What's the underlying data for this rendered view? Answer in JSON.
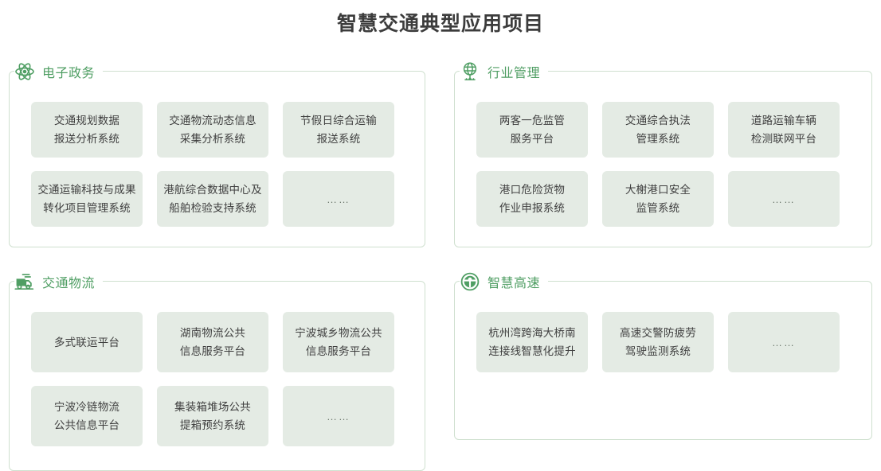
{
  "page": {
    "title": "智慧交通典型应用项目",
    "accent_color": "#4f9e63",
    "card_bg_color": "#e4ebe4",
    "panel_border_color": "#cfe0cf",
    "text_color": "#3f3f3f"
  },
  "sections": [
    {
      "id": "e-government",
      "title": "电子政务",
      "icon": "atom-icon",
      "cards": [
        {
          "text": "交通规划数据\n报送分析系统",
          "lines": [
            "交通规划数据",
            "报送分析系统"
          ],
          "kind": "item"
        },
        {
          "text": "交通物流动态信息\n采集分析系统",
          "lines": [
            "交通物流动态信息",
            "采集分析系统"
          ],
          "kind": "item"
        },
        {
          "text": "节假日综合运输\n报送系统",
          "lines": [
            "节假日综合运输",
            "报送系统"
          ],
          "kind": "item"
        },
        {
          "text": "交通运输科技与成果\n转化项目管理系统",
          "lines": [
            "交通运输科技与成果",
            "转化项目管理系统"
          ],
          "kind": "item"
        },
        {
          "text": "港航综合数据中心及\n船舶检验支持系统",
          "lines": [
            "港航综合数据中心及",
            "船舶检验支持系统"
          ],
          "kind": "item"
        },
        {
          "text": "……",
          "lines": [
            "……"
          ],
          "kind": "ellipsis"
        }
      ]
    },
    {
      "id": "industry-management",
      "title": "行业管理",
      "icon": "globe-network-icon",
      "cards": [
        {
          "text": "两客一危监管\n服务平台",
          "lines": [
            "两客一危监管",
            "服务平台"
          ],
          "kind": "item"
        },
        {
          "text": "交通综合执法\n管理系统",
          "lines": [
            "交通综合执法",
            "管理系统"
          ],
          "kind": "item"
        },
        {
          "text": "道路运输车辆\n检测联网平台",
          "lines": [
            "道路运输车辆",
            "检测联网平台"
          ],
          "kind": "item"
        },
        {
          "text": "港口危险货物\n作业申报系统",
          "lines": [
            "港口危险货物",
            "作业申报系统"
          ],
          "kind": "item"
        },
        {
          "text": "大榭港口安全\n监管系统",
          "lines": [
            "大榭港口安全",
            "监管系统"
          ],
          "kind": "item"
        },
        {
          "text": "……",
          "lines": [
            "……"
          ],
          "kind": "ellipsis"
        }
      ]
    },
    {
      "id": "transport-logistics",
      "title": "交通物流",
      "icon": "delivery-truck-icon",
      "cards": [
        {
          "text": "多式联运平台",
          "lines": [
            "多式联运平台"
          ],
          "kind": "item"
        },
        {
          "text": "湖南物流公共\n信息服务平台",
          "lines": [
            "湖南物流公共",
            "信息服务平台"
          ],
          "kind": "item"
        },
        {
          "text": "宁波城乡物流公共\n信息服务平台",
          "lines": [
            "宁波城乡物流公共",
            "信息服务平台"
          ],
          "kind": "item"
        },
        {
          "text": "宁波冷链物流\n公共信息平台",
          "lines": [
            "宁波冷链物流",
            "公共信息平台"
          ],
          "kind": "item"
        },
        {
          "text": "集装箱堆场公共\n提箱预约系统",
          "lines": [
            "集装箱堆场公共",
            "提箱预约系统"
          ],
          "kind": "item"
        },
        {
          "text": "……",
          "lines": [
            "……"
          ],
          "kind": "ellipsis"
        }
      ]
    },
    {
      "id": "smart-highway",
      "title": "智慧高速",
      "icon": "steering-wheel-icon",
      "cards": [
        {
          "text": "杭州湾跨海大桥南\n连接线智慧化提升",
          "lines": [
            "杭州湾跨海大桥南",
            "连接线智慧化提升"
          ],
          "kind": "item"
        },
        {
          "text": "高速交警防疲劳\n驾驶监测系统",
          "lines": [
            "高速交警防疲劳",
            "驾驶监测系统"
          ],
          "kind": "item"
        },
        {
          "text": "……",
          "lines": [
            "……"
          ],
          "kind": "ellipsis"
        }
      ]
    }
  ]
}
